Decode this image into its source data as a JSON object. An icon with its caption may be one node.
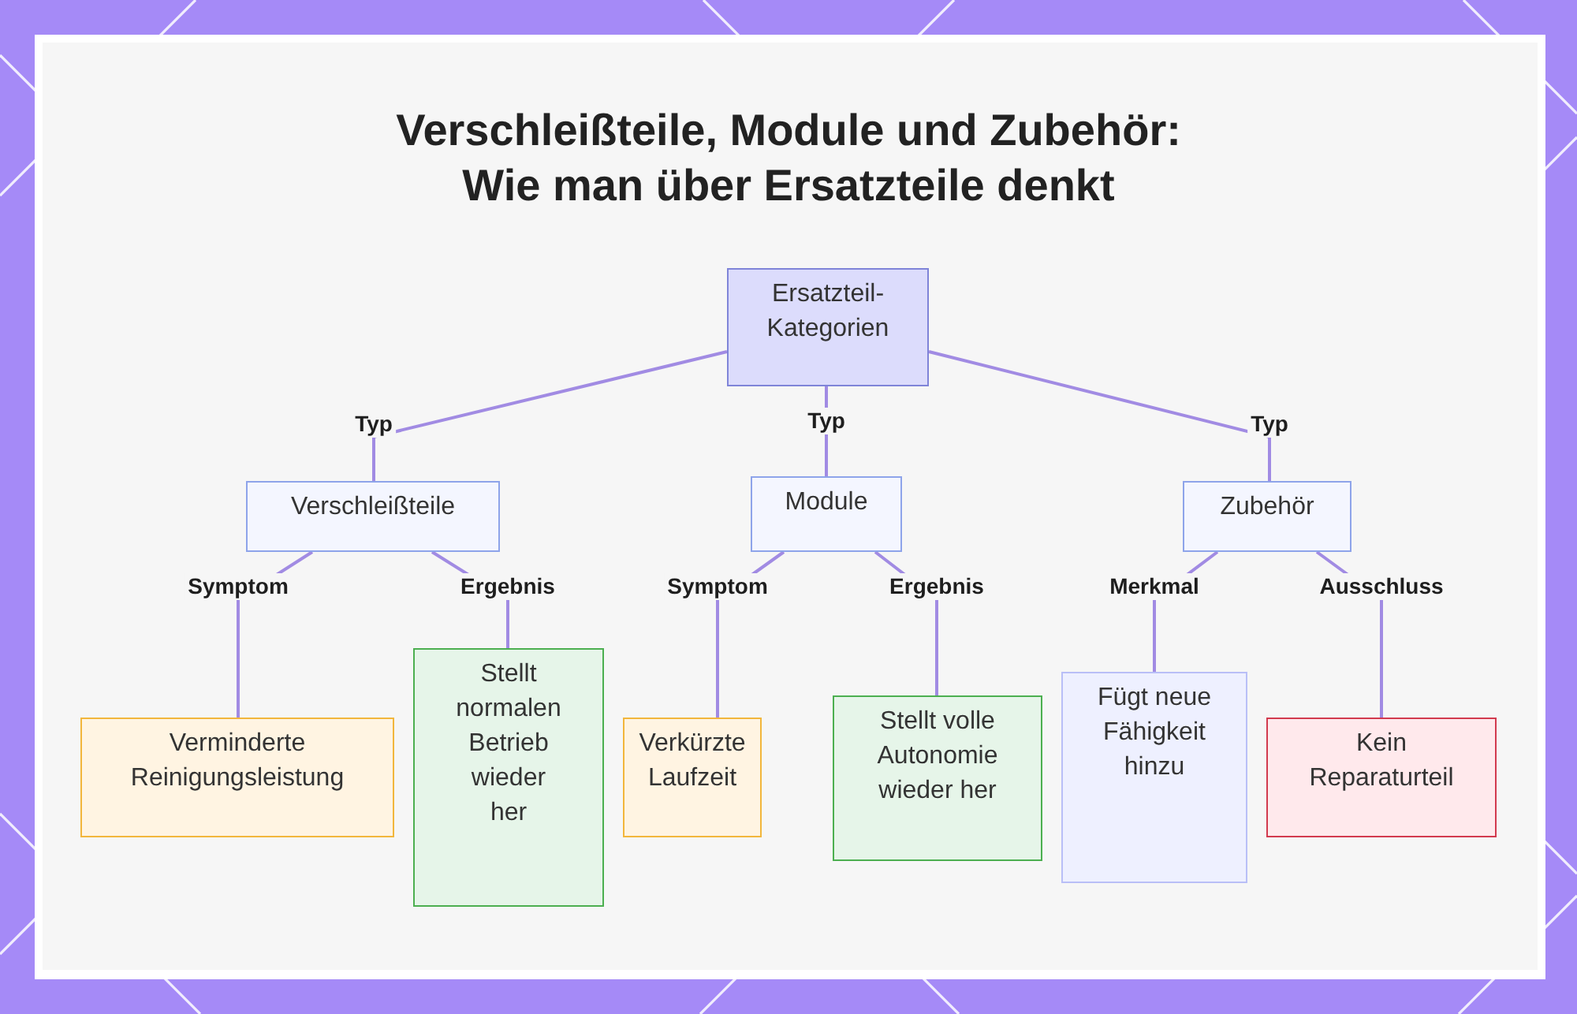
{
  "diagram": {
    "title": "Verschleißteile, Module und Zubehör: Wie man über Ersatzteile denkt",
    "nodes": [
      {
        "text": [
          "Ersatzteil- Kategorien"
        ]
      },
      {
        "text": [
          "Verschleißteile"
        ]
      },
      {
        "text": [
          "Module"
        ]
      },
      {
        "text": [
          "Zubehör"
        ]
      },
      {
        "text": [
          "Verminderte Reinigungsleistung"
        ]
      },
      {
        "text": [
          "Stellt normalen Betrieb wieder her"
        ]
      },
      {
        "text": [
          "Verkürzte Laufzeit"
        ]
      },
      {
        "text": [
          "Stellt volle Autonomie wieder her"
        ]
      },
      {
        "text": [
          "Fügt neue Fähigkeit hinzu"
        ]
      },
      {
        "text": [
          "Kein Reparaturteil"
        ]
      }
    ],
    "edges": [
      {
        "from": 0,
        "to": 1,
        "arrow": "none",
        "label": "Typ"
      },
      {
        "from": 0,
        "to": 2,
        "arrow": "none",
        "label": "Typ"
      },
      {
        "from": 0,
        "to": 3,
        "arrow": "none",
        "label": "Typ"
      },
      {
        "from": 1,
        "to": 4,
        "arrow": "none",
        "label": "Symptom"
      },
      {
        "from": 1,
        "to": 5,
        "arrow": "none",
        "label": "Ergebnis"
      },
      {
        "from": 2,
        "to": 6,
        "arrow": "none",
        "label": "Symptom"
      },
      {
        "from": 2,
        "to": 7,
        "arrow": "none",
        "label": "Ergebnis"
      },
      {
        "from": 3,
        "to": 8,
        "arrow": "none",
        "label": "Merkmal"
      },
      {
        "from": 3,
        "to": 9,
        "arrow": "none",
        "label": "Ausschluss"
      }
    ]
  }
}
